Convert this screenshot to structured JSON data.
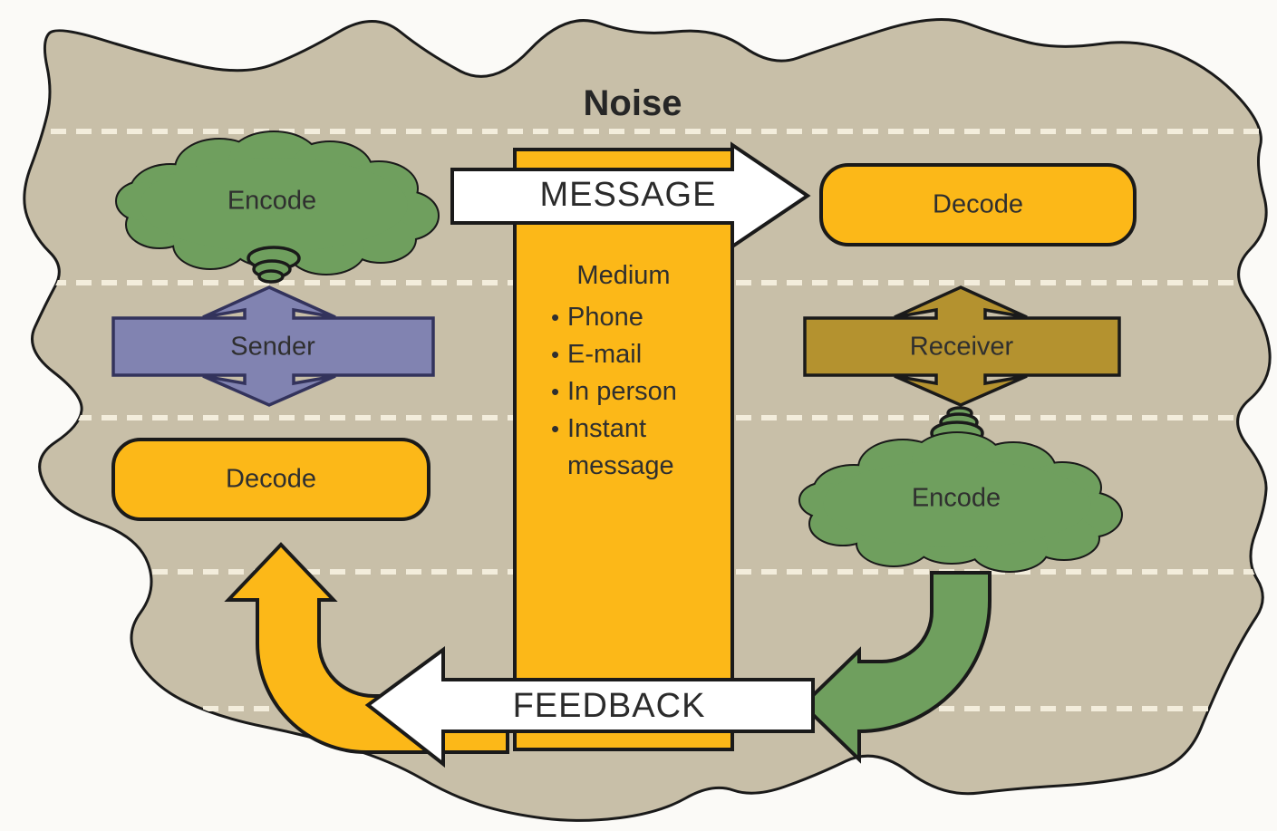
{
  "noise_label": "Noise",
  "message_arrow_label": "MESSAGE",
  "feedback_arrow_label": "FEEDBACK",
  "sender_column": {
    "encode_label": "Encode",
    "sender_label": "Sender",
    "decode_label": "Decode"
  },
  "receiver_column": {
    "decode_label": "Decode",
    "receiver_label": "Receiver",
    "encode_label": "Encode"
  },
  "medium_box": {
    "title": "Medium",
    "bullet_glyph": "•",
    "items": [
      "Phone",
      "E-mail",
      "In person",
      "Instant message"
    ]
  },
  "colors": {
    "canvas_background": "#fbfaf7",
    "noise_field_tan": "#c8bfa8",
    "outline_black": "#1a1a1a",
    "cloud_green": "#6f9f5e",
    "sender_purple": "#8183b1",
    "receiver_gold": "#b4922f",
    "accent_yellow": "#fcb818",
    "arrow_white": "#ffffff",
    "dash_cream": "#f3eddc",
    "text_dark": "#2f2f2f"
  }
}
